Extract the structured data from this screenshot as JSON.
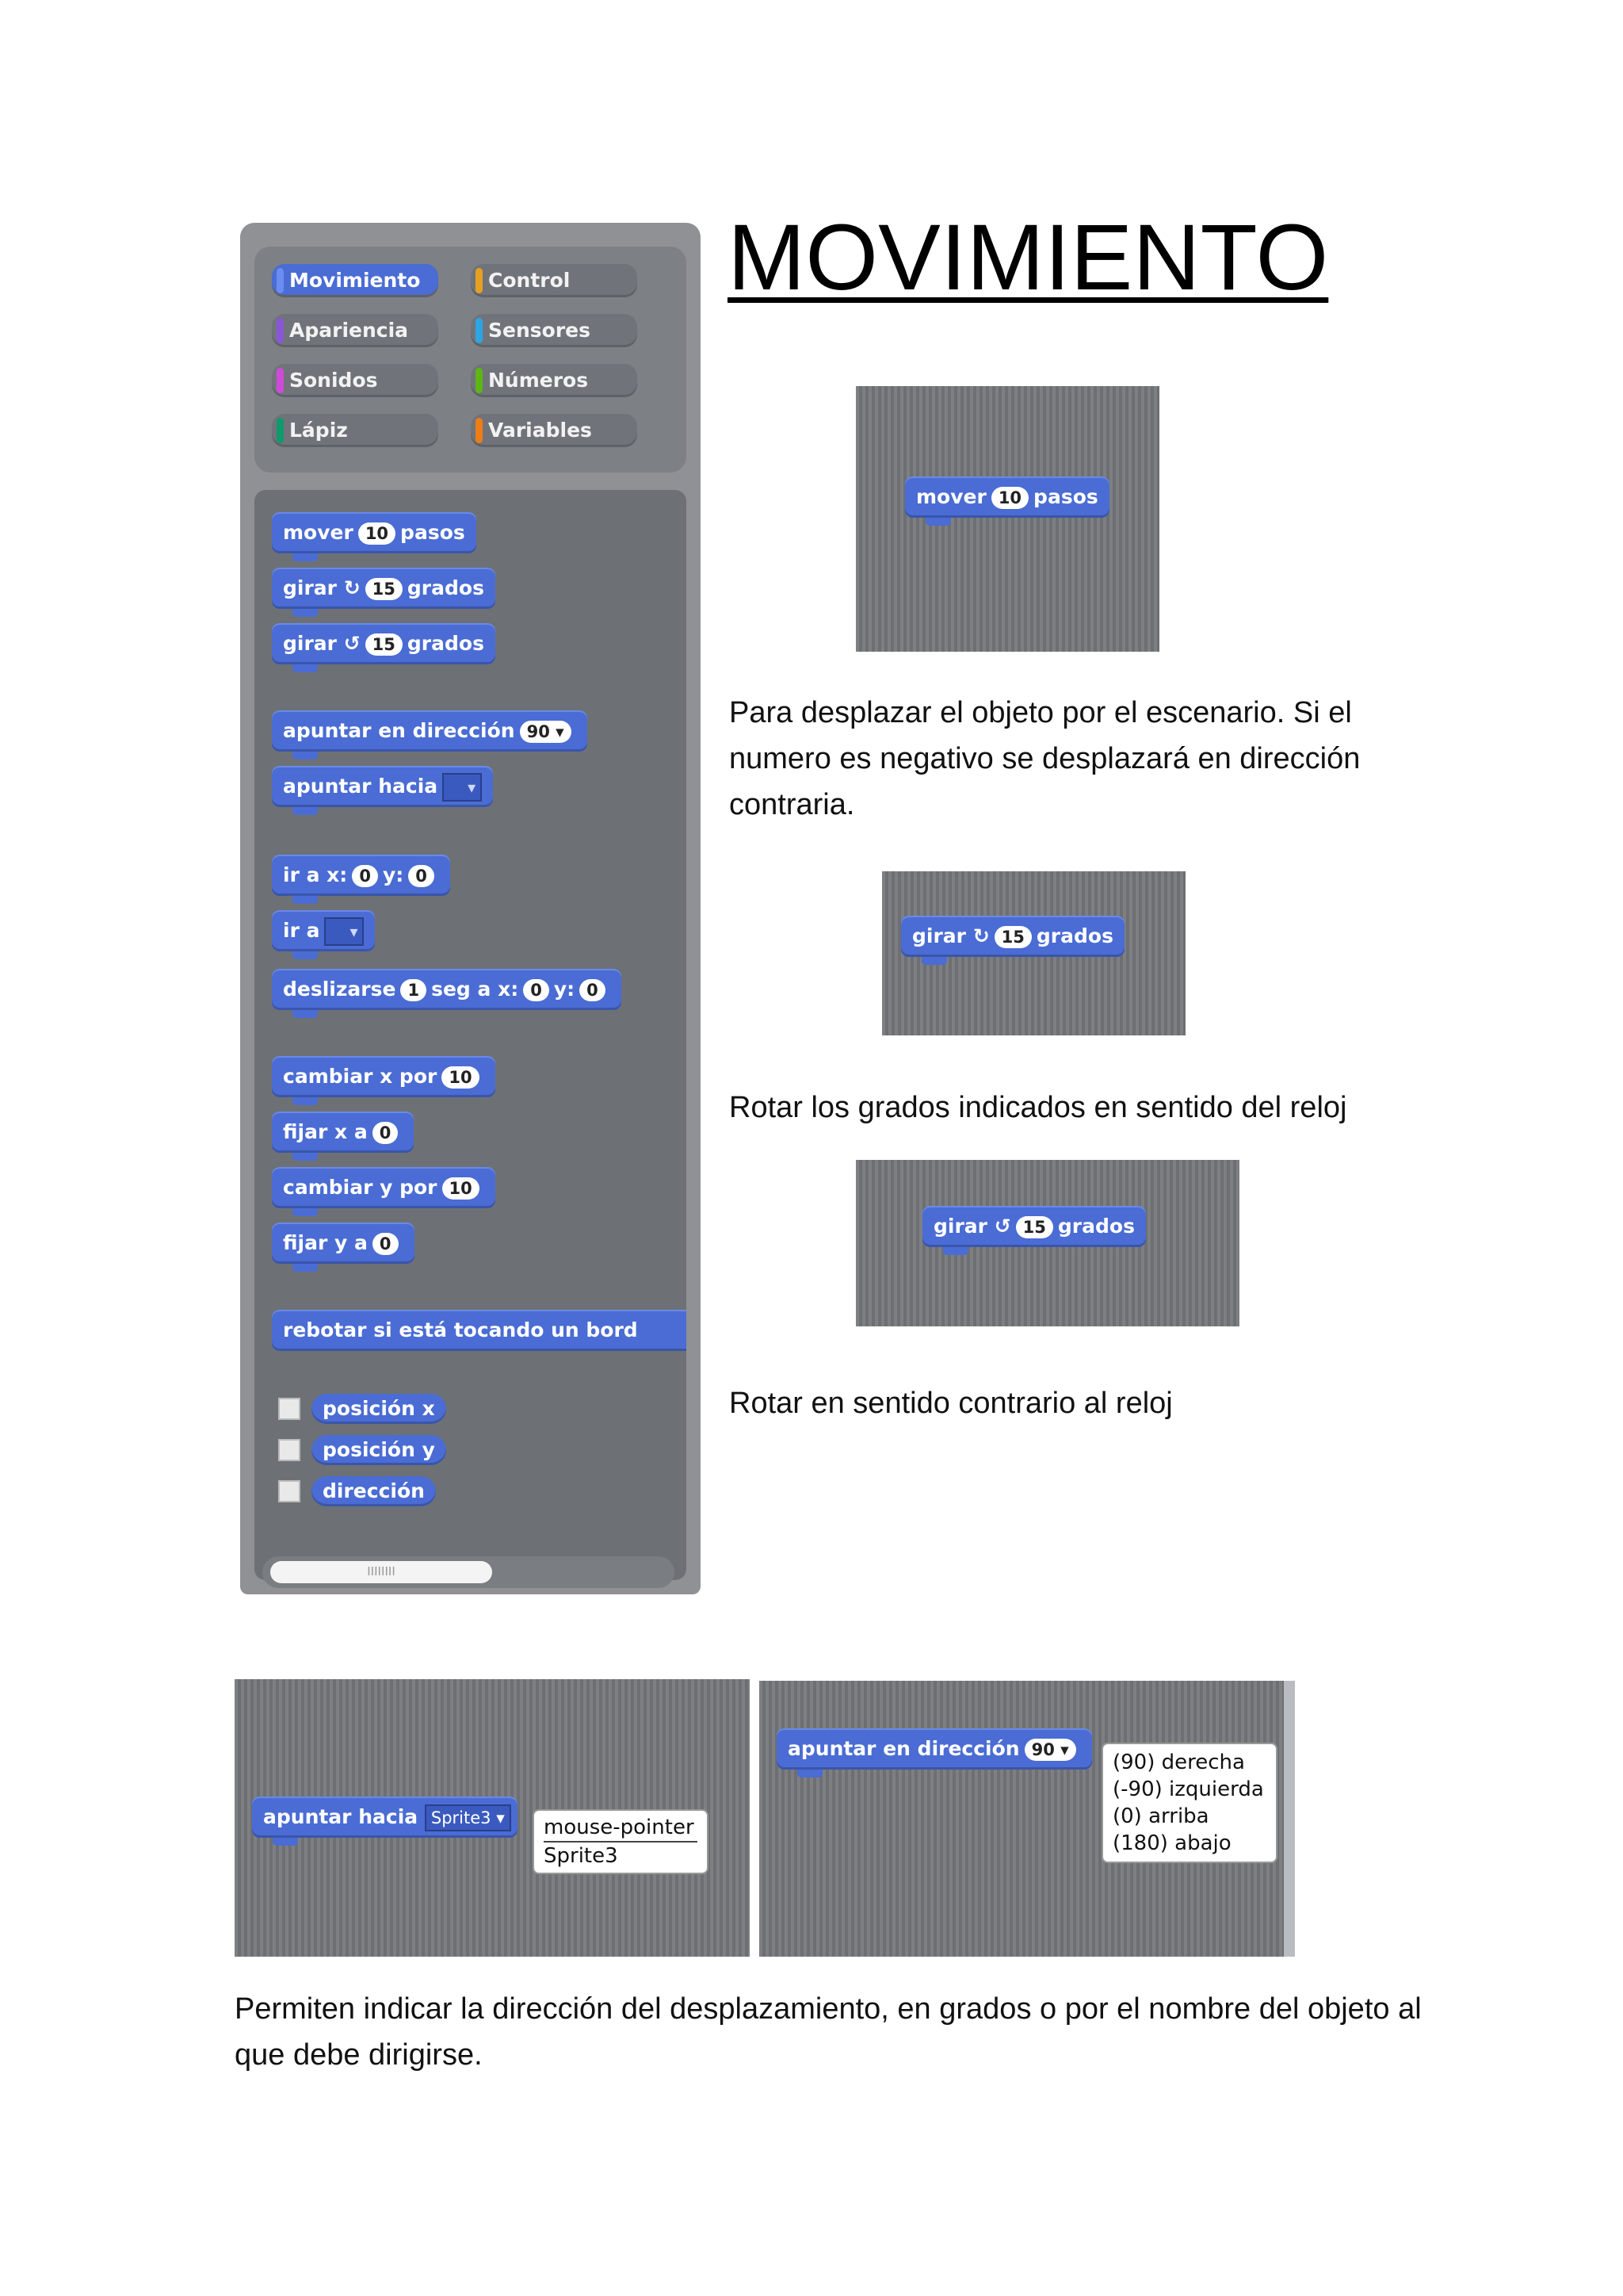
{
  "title": "MOVIMIENTO",
  "palette": {
    "categories": [
      {
        "label": "Movimiento",
        "color": "#4a6cd4"
      },
      {
        "label": "Control",
        "color": "#e6a122"
      },
      {
        "label": "Apariencia",
        "color": "#8a55d7"
      },
      {
        "label": "Sensores",
        "color": "#2ca5e2"
      },
      {
        "label": "Sonidos",
        "color": "#cf4ad9"
      },
      {
        "label": "Números",
        "color": "#5cb712"
      },
      {
        "label": "Lápiz",
        "color": "#0e9a6c"
      },
      {
        "label": "Variables",
        "color": "#ee7d16"
      }
    ],
    "blocks": {
      "mover_a": "mover",
      "mover_val": "10",
      "mover_b": "pasos",
      "girar_cw_a": "girar",
      "girar_cw_icon": "↻",
      "girar_cw_val": "15",
      "girar_cw_b": "grados",
      "girar_ccw_a": "girar",
      "girar_ccw_icon": "↺",
      "girar_ccw_val": "15",
      "girar_ccw_b": "grados",
      "apuntar_dir_a": "apuntar en dirección",
      "apuntar_dir_val": "90 ▾",
      "apuntar_hacia": "apuntar hacia",
      "ir_xy_a": "ir a x:",
      "ir_xy_x": "0",
      "ir_xy_b": "y:",
      "ir_xy_y": "0",
      "ir_a": "ir a",
      "desl_a": "deslizarse",
      "desl_t": "1",
      "desl_b": "seg a x:",
      "desl_x": "0",
      "desl_c": "y:",
      "desl_y": "0",
      "cambiar_x_a": "cambiar x por",
      "cambiar_x_val": "10",
      "fijar_x_a": "fijar x a",
      "fijar_x_val": "0",
      "cambiar_y_a": "cambiar y por",
      "cambiar_y_val": "10",
      "fijar_y_a": "fijar y a",
      "fijar_y_val": "0",
      "rebotar": "rebotar si está tocando un bord",
      "rep_x": "posición x",
      "rep_y": "posición y",
      "rep_dir": "dirección"
    },
    "scroll_grip": "IIIIIIII"
  },
  "examples": {
    "mover": {
      "a": "mover",
      "val": "10",
      "b": "pasos"
    },
    "girar_cw": {
      "a": "girar",
      "icon": "↻",
      "val": "15",
      "b": "grados"
    },
    "girar_ccw": {
      "a": "girar",
      "icon": "↺",
      "val": "15",
      "b": "grados"
    },
    "apuntar_hacia": {
      "a": "apuntar hacia",
      "sel": "Sprite3 ▾",
      "menu": [
        "mouse-pointer",
        "Sprite3"
      ]
    },
    "apuntar_dir": {
      "a": "apuntar en dirección",
      "sel": "90 ▾",
      "menu": [
        "(90) derecha",
        "(-90) izquierda",
        "(0) arriba",
        "(180) abajo"
      ]
    }
  },
  "paragraphs": {
    "p1": "Para desplazar el objeto por el escenario. Si el numero es negativo se desplazará en dirección contraria.",
    "p2": "Rotar los grados indicados en sentido del reloj",
    "p3": "Rotar en sentido contrario al reloj",
    "p4": "Permiten indicar la dirección del desplazamiento, en grados o por el nombre del objeto al que debe dirigirse."
  }
}
